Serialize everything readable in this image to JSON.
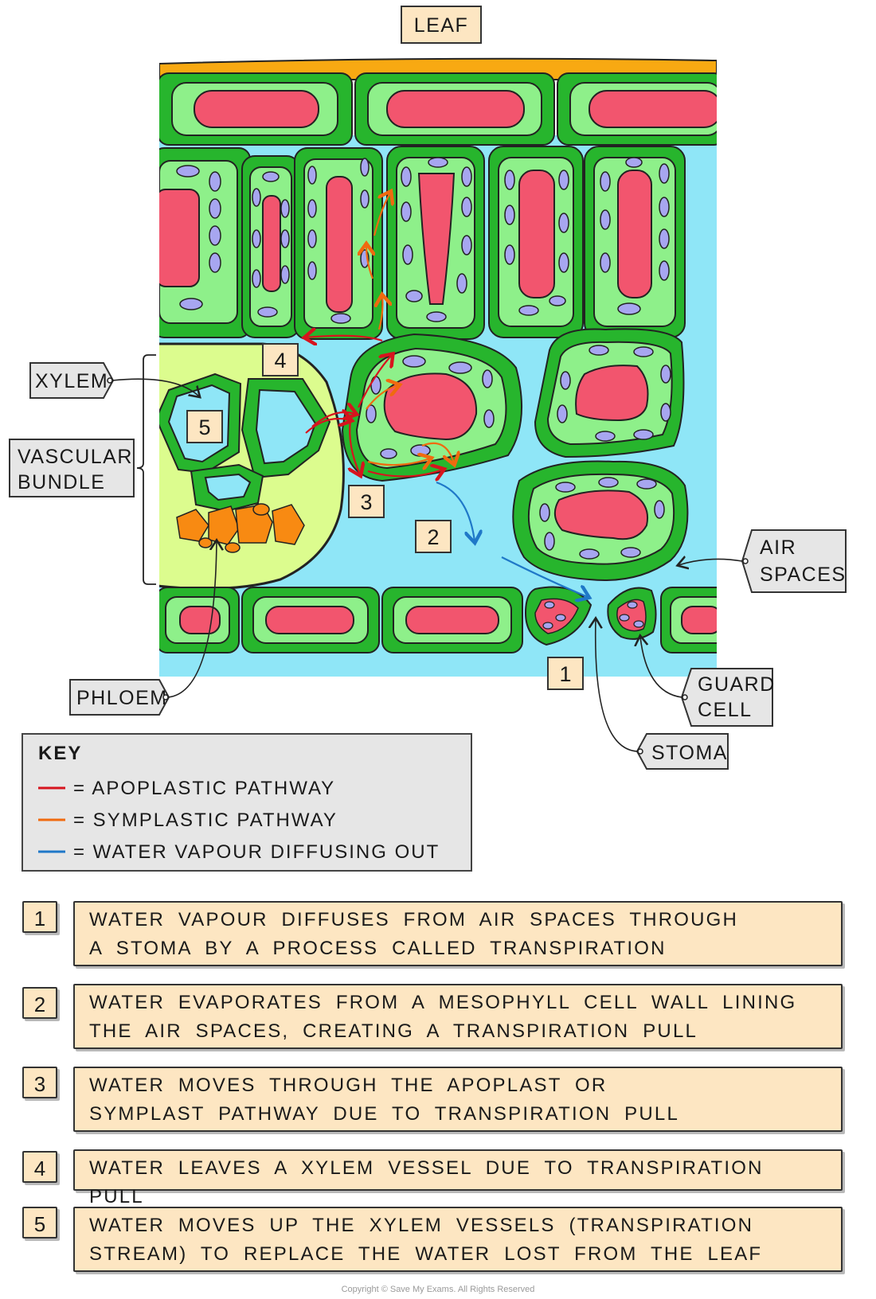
{
  "labels": {
    "leaf": "LEAF",
    "xylem": "XYLEM",
    "vascular_line1": "VASCULAR",
    "vascular_line2": "BUNDLE",
    "phloem": "PHLOEM",
    "air_line1": "AIR",
    "air_line2": "SPACES",
    "guard_line1": "GUARD",
    "guard_line2": "CELL",
    "stoma": "STOMA"
  },
  "markers": [
    "1",
    "2",
    "3",
    "4",
    "5"
  ],
  "key": {
    "title": "KEY",
    "items": [
      {
        "color": "#d7141e",
        "text": "= APOPLASTIC  PATHWAY"
      },
      {
        "color": "#f06a0f",
        "text": "= SYMPLASTIC   PATHWAY"
      },
      {
        "color": "#1f78c8",
        "text": "= WATER  VAPOUR  DIFFUSING  OUT"
      }
    ]
  },
  "steps": [
    {
      "num": "1",
      "text": "WATER VAPOUR DIFFUSES FROM AIR SPACES THROUGH\nA STOMA BY A PROCESS CALLED TRANSPIRATION"
    },
    {
      "num": "2",
      "text": "WATER EVAPORATES FROM A MESOPHYLL CELL WALL LINING\nTHE AIR SPACES, CREATING A TRANSPIRATION PULL"
    },
    {
      "num": "3",
      "text": "WATER MOVES THROUGH THE APOPLAST OR\nSYMPLAST PATHWAY DUE TO TRANSPIRATION PULL"
    },
    {
      "num": "4",
      "text": "WATER LEAVES A XYLEM VESSEL DUE TO TRANSPIRATION PULL"
    },
    {
      "num": "5",
      "text": "WATER MOVES UP THE XYLEM VESSELS (TRANSPIRATION\nSTREAM) TO REPLACE THE WATER LOST FROM THE LEAF"
    }
  ],
  "footer": "Copyright © Save My Exams. All Rights Reserved",
  "colors": {
    "air_space": "#8fe6f7",
    "cell_wall": "#27b52d",
    "cytoplasm": "#8ef08a",
    "vacuole": "#f2556e",
    "chloroplast": "#a7a6f0",
    "cuticle": "#f8a912",
    "vascular": "#dcfc8e",
    "phloem": "#f88a12",
    "label_bg": "#e6e6e6",
    "step_bg": "#fde6c2"
  }
}
